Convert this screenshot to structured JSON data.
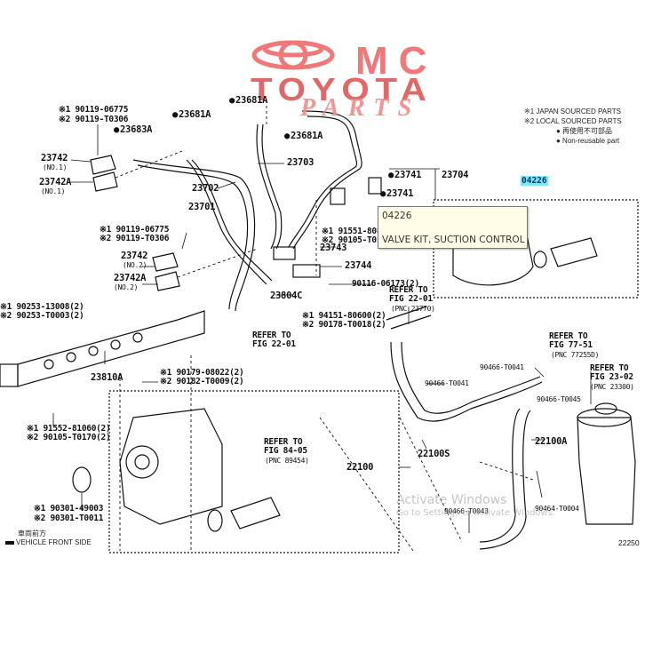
{
  "logo": {
    "line1": "MC",
    "line2": "TOYOTA",
    "line3": "PARTS",
    "color": "#f07878"
  },
  "legend": {
    "item1": "※1 JAPAN SOURCED PARTS",
    "item2": "※2 LOCAL SOURCED PARTS",
    "item3": "● 再使用不可部品",
    "item4": "● Non-reusable part"
  },
  "highlight": {
    "code": "04226",
    "color": "#7fe6f5"
  },
  "tooltip": {
    "code": "04226",
    "description": "VALVE KIT, SUCTION CONTROL"
  },
  "labels": {
    "l01": "※1 90119-06775",
    "l02": "※2 90119-T0306",
    "l03": "23681A",
    "l04": "23681A",
    "l05": "23681A",
    "l06": "23683A",
    "l07": "23742",
    "l08": "(NO.1)",
    "l09": "23742A",
    "l10": "(NO.1)",
    "l11": "23703",
    "l12": "23702",
    "l13": "23701",
    "l14": "23741",
    "l15": "23704",
    "l16": "23741",
    "l17": "※1 90119-06775",
    "l18": "※2 90119-T0306",
    "l19": "23742",
    "l20": "(NO.2)",
    "l21": "23742A",
    "l22": "(NO.2)",
    "l23": "※1 91551-80818",
    "l24": "※2 90105-T0170",
    "l25": "23743",
    "l26": "23744",
    "l27": "90116-06173(2)",
    "l28": "23804C",
    "l29": "※1 94151-80600(2)",
    "l30": "※2 90178-T0018(2)",
    "l31": "※1 90253-13008(2)",
    "l32": "※2 90253-T0003(2)",
    "l33": "REFER TO",
    "l34": "FIG 22-01",
    "l35": "REFER TO",
    "l36": "FIG 22-01",
    "l37": "(PNC 23770)",
    "l38": "23810A",
    "l39": "※1 90179-08022(2)",
    "l40": "※2 90182-T0009(2)",
    "l41": "※1 91552-81060(2)",
    "l42": "※2 90105-T0170(2)",
    "l43": "REFER TO",
    "l44": "FIG 84-05",
    "l45": "(PNC 89454)",
    "l46": "22100",
    "l47": "※1 90301-49003",
    "l48": "※2 90301-T0011",
    "l49": "REFER TO",
    "l50": "FIG 77-51",
    "l51": "(PNC 77255D)",
    "l52": "90466-T0041",
    "l53": "90466-T0041",
    "l54": "REFER TO",
    "l55": "FIG 23-02",
    "l56": "(PNC 23300)",
    "l57": "90466-T0045",
    "l58": "22100S",
    "l59": "22100A",
    "l60": "90466-T0043",
    "l61": "90464-T0004"
  },
  "front": {
    "jp": "車両前方",
    "en": "VEHICLE FRONT SIDE"
  },
  "figure_number": "22250",
  "watermark": {
    "line1": "Activate Windows",
    "line2": "Go to Settings to activate Windows."
  }
}
